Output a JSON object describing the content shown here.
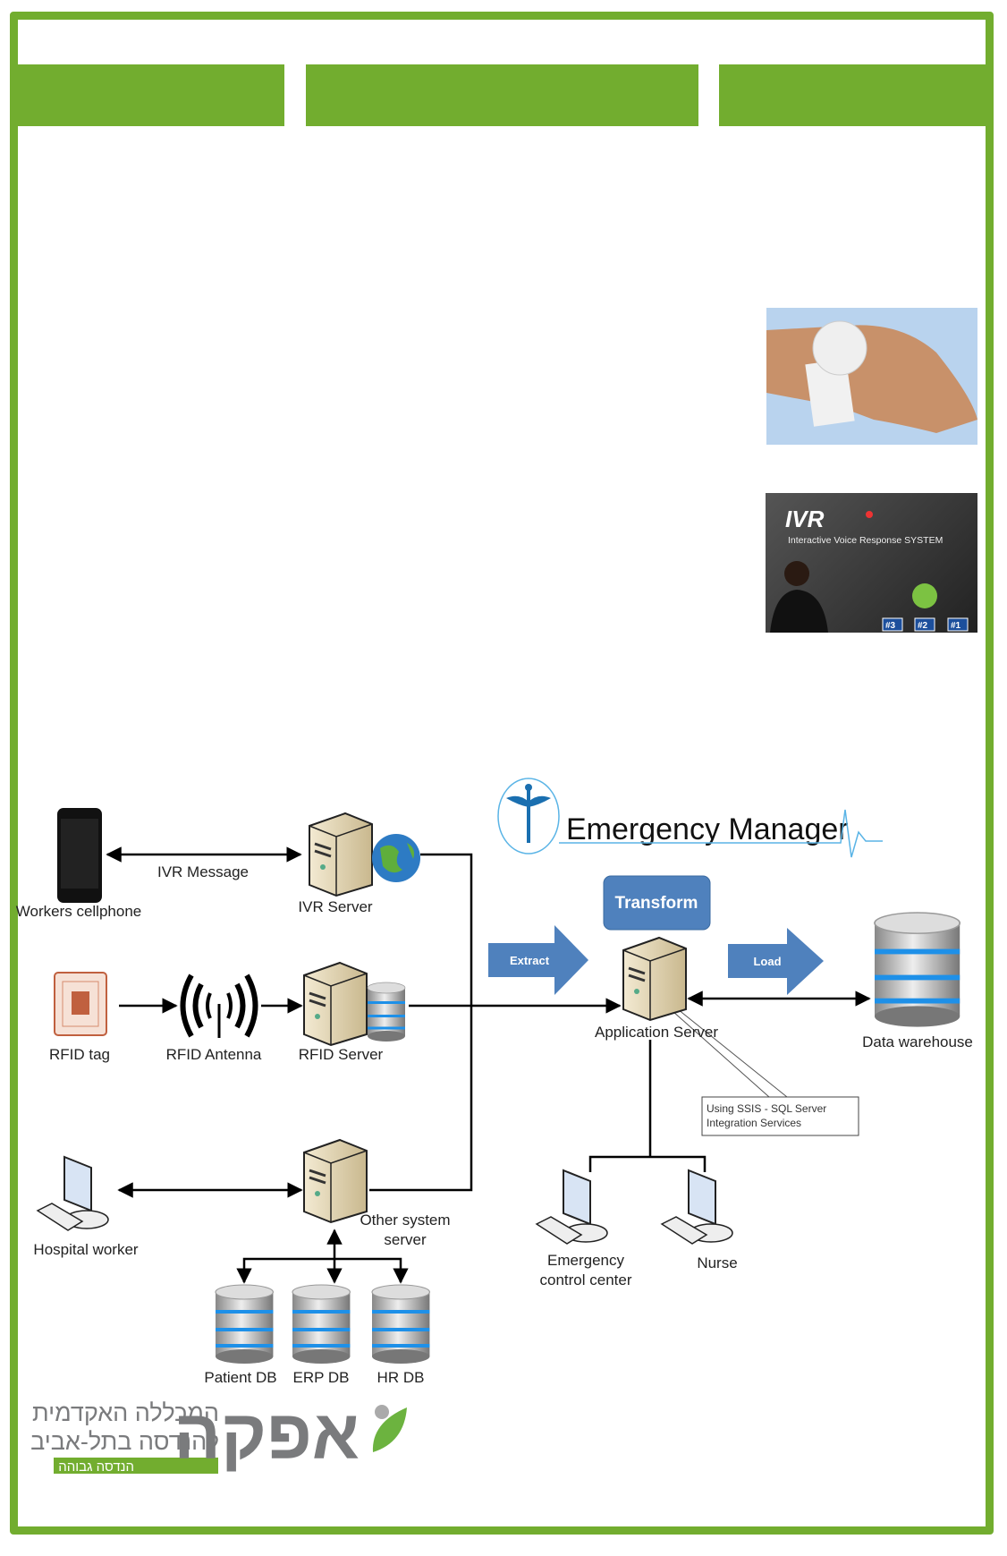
{
  "colors": {
    "frame_green": "#72ad2f",
    "etl_blue": "#4f81bd",
    "logo_gray": "#7a7b7d"
  },
  "images": {
    "wristband": {
      "icon": "rfid-wristband-photo"
    },
    "ivr": {
      "title": "IVR",
      "subtitle": "Interactive Voice Response SYSTEM",
      "keys": [
        "#3",
        "#2",
        "#1"
      ]
    }
  },
  "diagram": {
    "brand": "Emergency Manager",
    "nodes": {
      "phone": "Workers cellphone",
      "ivr_server": "IVR Server",
      "rfid_tag": "RFID tag",
      "rfid_antenna": "RFID Antenna",
      "rfid_server": "RFID Server",
      "hospital_worker": "Hospital worker",
      "other_server_1": "Other system",
      "other_server_2": "server",
      "patient_db": "Patient DB",
      "erp_db": "ERP DB",
      "hr_db": "HR DB",
      "app_server": "Application Server",
      "data_warehouse": "Data warehouse",
      "emergency_1": "Emergency",
      "emergency_2": "control center",
      "nurse": "Nurse"
    },
    "edges": {
      "ivr_message": "IVR Message"
    },
    "etl": {
      "extract": "Extract",
      "transform": "Transform",
      "load": "Load"
    },
    "callout": {
      "line1": "Using SSIS - SQL Server",
      "line2": "Integration Services"
    }
  },
  "footer_logo": {
    "name": "אפקה",
    "line1": "המכללה האקדמית",
    "line2": "להנדסה בתל-אביב",
    "tagline": "הנדסה גבוהה"
  }
}
